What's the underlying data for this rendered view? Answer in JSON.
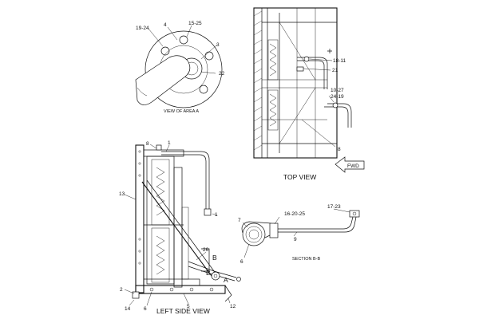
{
  "views": {
    "area_a": "VIEW OF AREA A",
    "top": "TOP VIEW",
    "left_side": "LEFT SIDE VIEW",
    "section_bb": "SECTION B-B"
  },
  "arrow": {
    "fwd": "FWD"
  },
  "callouts": {
    "a_19_24": "19-24",
    "a_4": "4",
    "a_15_25": "15-25",
    "a_3": "3",
    "a_22": "22",
    "t_18_11": "18-11",
    "t_21": "21",
    "t_10_27": "10-27",
    "t_24_19": "24-19",
    "t_8": "8",
    "l_8": "8",
    "l_1_top": "1",
    "l_13": "13",
    "l_1": "1",
    "l_26": "26",
    "l_B1": "B",
    "l_B2": "B",
    "l_A": "A",
    "l_2": "2",
    "l_14": "14",
    "l_6": "6",
    "l_5": "5",
    "l_12": "12",
    "s_16_20_25": "16-20-25",
    "s_17_23": "17-23",
    "s_7": "7",
    "s_9": "9",
    "s_6": "6"
  }
}
